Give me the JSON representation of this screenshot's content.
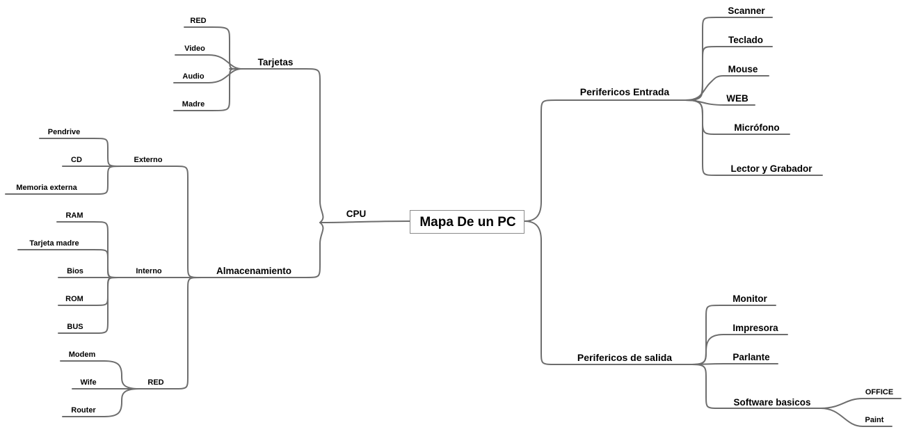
{
  "map": {
    "root": "Mapa De un PC",
    "cpu": {
      "label": "CPU",
      "tarjetas": {
        "label": "Tarjetas",
        "items": [
          "RED",
          "Video",
          "Audio",
          "Madre"
        ]
      },
      "almacenamiento": {
        "label": "Almacenamiento",
        "externo": {
          "label": "Externo",
          "items": [
            "Pendrive",
            "CD",
            "Memoria externa"
          ]
        },
        "interno": {
          "label": "Interno",
          "items": [
            "RAM",
            "Tarjeta madre",
            "Bios",
            "ROM",
            "BUS"
          ]
        },
        "red": {
          "label": "RED",
          "items": [
            "Modem",
            "Wife",
            "Router"
          ]
        }
      }
    },
    "entrada": {
      "label": "Perifericos Entrada",
      "items": [
        "Scanner",
        "Teclado",
        "Mouse",
        "WEB",
        "Micrófono",
        "Lector y Grabador"
      ]
    },
    "salida": {
      "label": "Perifericos de salida",
      "items": [
        "Monitor",
        "Impresora",
        "Parlante"
      ],
      "software": {
        "label": "Software basicos",
        "items": [
          "OFFICE",
          "Paint"
        ]
      }
    }
  },
  "colors": {
    "connector": "#6d6d6d",
    "root_border": "#8a8a8a",
    "text": "#000000"
  }
}
